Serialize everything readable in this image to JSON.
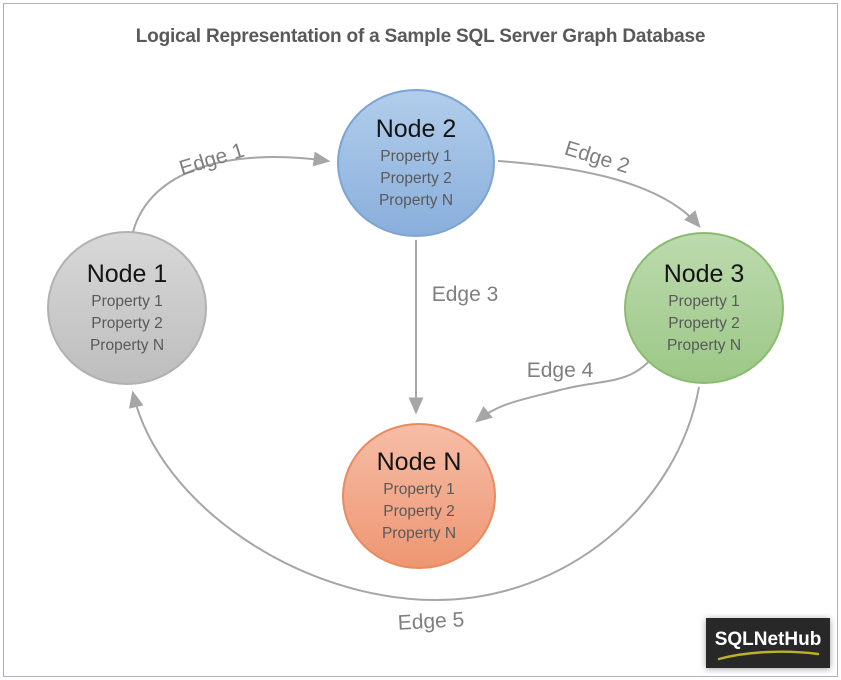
{
  "title": "Logical Representation of a Sample SQL Server Graph Database",
  "nodes": [
    {
      "label": "Node 1",
      "properties": [
        "Property 1",
        "Property 2",
        "Property N"
      ],
      "color_name": "gray",
      "fill_top": "#d8d8d8",
      "fill_bottom": "#bdbdbd",
      "border": "#b1b1b1"
    },
    {
      "label": "Node 2",
      "properties": [
        "Property 1",
        "Property 2",
        "Property N"
      ],
      "color_name": "blue",
      "fill_top": "#b1cdeb",
      "fill_bottom": "#8aafdc",
      "border": "#7da4d2"
    },
    {
      "label": "Node 3",
      "properties": [
        "Property 1",
        "Property 2",
        "Property N"
      ],
      "color_name": "green",
      "fill_top": "#bcdaae",
      "fill_bottom": "#9cc886",
      "border": "#8bbb6f"
    },
    {
      "label": "Node N",
      "properties": [
        "Property 1",
        "Property 2",
        "Property N"
      ],
      "color_name": "orange",
      "fill_top": "#f6bda6",
      "fill_bottom": "#ee9672",
      "border": "#e98a5f"
    }
  ],
  "edges": [
    {
      "label": "Edge 1",
      "from": "Node 1",
      "to": "Node 2"
    },
    {
      "label": "Edge 2",
      "from": "Node 2",
      "to": "Node 3"
    },
    {
      "label": "Edge 3",
      "from": "Node 2",
      "to": "Node N"
    },
    {
      "label": "Edge 4",
      "from": "Node 3",
      "to": "Node N"
    },
    {
      "label": "Edge 5",
      "from": "Node 3",
      "to": "Node 1"
    }
  ],
  "logo": {
    "text": "SQLNetHub"
  },
  "colors": {
    "edge_line": "#a6a6a6",
    "edge_label_text": "#7f7f7f",
    "title_text": "#595959",
    "property_text": "#595959",
    "canvas_border": "#a9b2bc",
    "logo_background": "#282828",
    "logo_underline": "#bdb227"
  }
}
